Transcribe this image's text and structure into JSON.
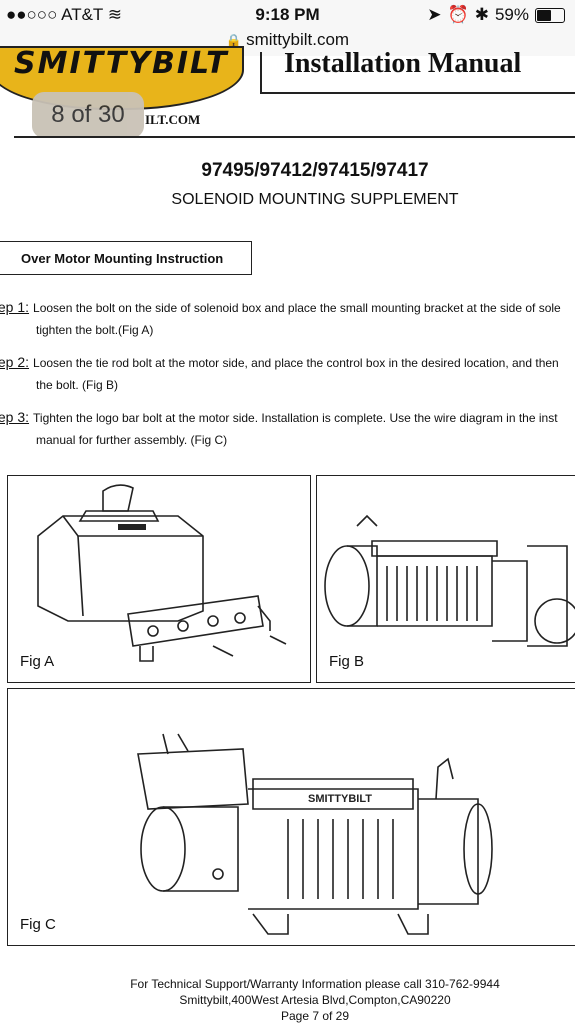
{
  "status_bar": {
    "carrier": "●●○○○ AT&T",
    "time": "9:18 PM",
    "battery": "59%",
    "battery_level": 0.59
  },
  "browser": {
    "url": "smittybilt.com"
  },
  "viewer": {
    "page_indicator": "8 of 30"
  },
  "doc": {
    "logo_text": "SMITTYBILT",
    "header_title": "Installation Manual",
    "site": "ILT.COM",
    "models": "97495/97412/97415/97417",
    "subtitle": "SOLENOID MOUNTING SUPPLEMENT",
    "section_title": "Over Motor Mounting Instruction",
    "steps": [
      {
        "label": "tep 1:",
        "line1": "Loosen the bolt on the side of solenoid box and place the small mounting bracket at the side of sole",
        "line2": "tighten the bolt.(Fig A)"
      },
      {
        "label": "tep 2:",
        "line1": "Loosen the tie rod bolt at the motor side, and place the control box in the desired location, and then",
        "line2": "the bolt.  (Fig B)"
      },
      {
        "label": "tep 3:",
        "line1": "Tighten the logo bar bolt at the motor side.  Installation is complete. Use the wire diagram in the inst",
        "line2": "manual for further assembly.  (Fig C)"
      }
    ],
    "figures": [
      "Fig A",
      "Fig B",
      "Fig C"
    ],
    "footer": {
      "line1": "For Technical Support/Warranty Information please call 310-762-9944",
      "line2": "Smittybilt,400West Artesia Blvd,Compton,CA90220",
      "line3": "Page 7 of 29"
    }
  }
}
